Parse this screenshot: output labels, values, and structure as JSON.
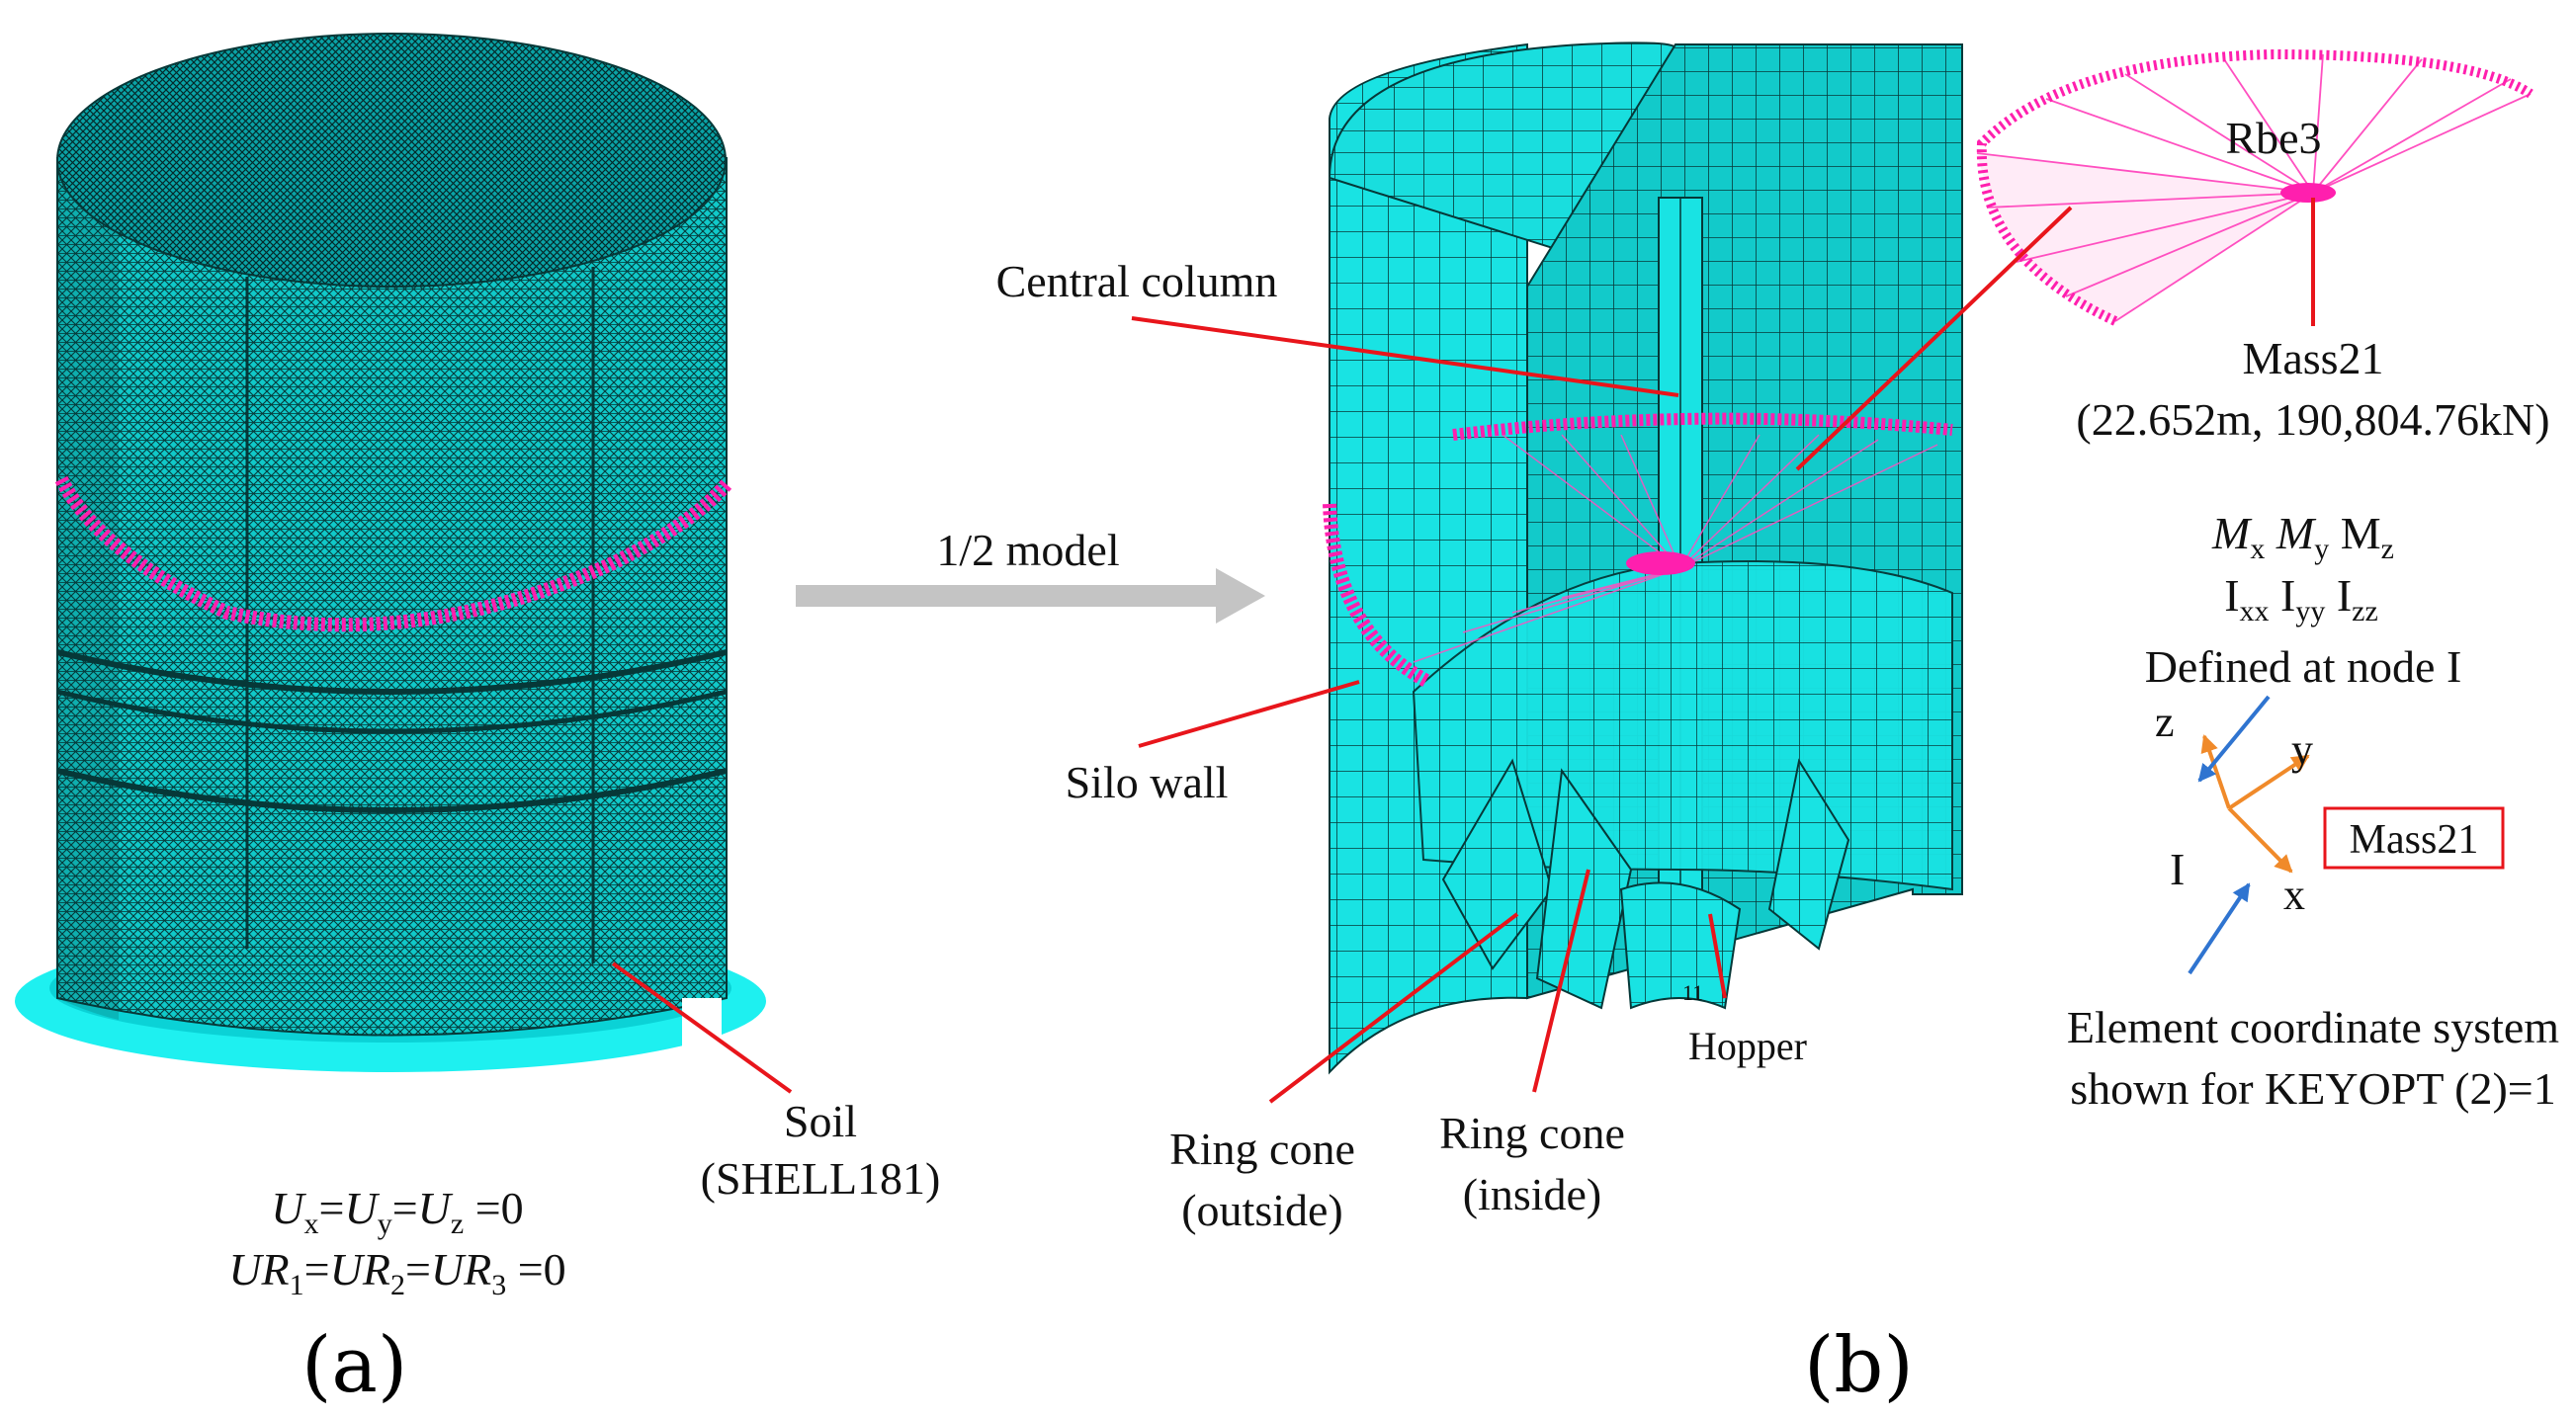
{
  "panel_a": {
    "letter": "(a)",
    "soil_label_line1": "Soil",
    "soil_label_line2": "(SHELL181)",
    "bc_line1": {
      "u1": "U",
      "s1": "x",
      "eq1": "=",
      "u2": "U",
      "s2": "y",
      "eq2": "=",
      "u3": "U",
      "s3": "z",
      "tail": " =0"
    },
    "bc_line2": {
      "u1": "UR",
      "s1": "1",
      "eq1": "=",
      "u2": "UR",
      "s2": "2",
      "eq2": "=",
      "u3": "UR",
      "s3": "3",
      "tail": " =0"
    }
  },
  "arrow": {
    "label": "1/2 model"
  },
  "panel_b": {
    "letter": "(b)",
    "central_column": "Central column",
    "silo_wall": "Silo wall",
    "ring_cone_outside_1": "Ring cone",
    "ring_cone_outside_2": "(outside)",
    "ring_cone_inside_1": "Ring cone",
    "ring_cone_inside_2": "(inside)",
    "hopper": "Hopper",
    "mesh_tag": "11",
    "rbe3": "Rbe3",
    "mass21": "Mass21",
    "mass21_values": "(22.652m, 190,804.76kN)",
    "moments_row": {
      "a": "M",
      "as": "x",
      "b": "M",
      "bs": "y",
      "c": "M",
      "cs": "z"
    },
    "inertia_row": {
      "a": "I",
      "as": "xx",
      "b": "I",
      "bs": "yy",
      "c": "I",
      "cs": "zz"
    },
    "defined_at": "Defined at node I",
    "axis_z": "z",
    "axis_y": "y",
    "axis_x": "x",
    "node_I": "I",
    "mass21_box": "Mass21",
    "coord_note_1": "Element coordinate system",
    "coord_note_2": "shown for KEYOPT (2)=1"
  },
  "colors": {
    "mesh_cyan": "#0fe5e5",
    "mesh_line": "#0a2a2a",
    "magenta": "#ff1fae",
    "leader_red": "#e8151b",
    "arrow_grey": "#c4c4c4",
    "axis_orange": "#f08a2a",
    "blue": "#2f74d0"
  }
}
